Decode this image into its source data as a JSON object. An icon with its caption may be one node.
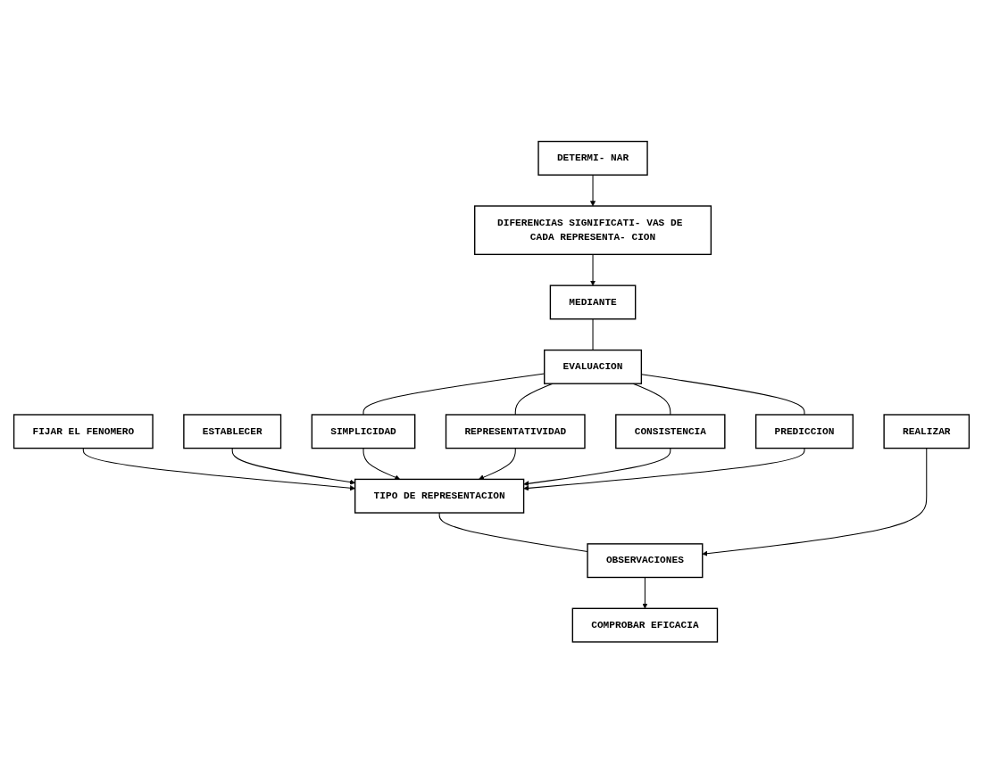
{
  "diagram": {
    "nodes": [
      {
        "text": [
          "FIJAR EL FENOMERO"
        ]
      },
      {
        "text": [
          "ESTABLECER"
        ]
      },
      {
        "text": [
          "TIPO DE REPRESENTACION"
        ]
      },
      {
        "text": [
          "REALIZAR"
        ]
      },
      {
        "text": [
          "OBSERVACIONES"
        ]
      },
      {
        "text": [
          "COMPROBAR EFICACIA"
        ]
      },
      {
        "text": [
          "DETERMI- NAR"
        ]
      },
      {
        "text": [
          "DIFERENCIAS SIGNIFICATI- VAS DE CADA REPRESENTA- CION"
        ]
      },
      {
        "text": [
          "MEDIANTE"
        ]
      },
      {
        "text": [
          "EVALUACION"
        ]
      },
      {
        "text": [
          "SIMPLICIDAD"
        ]
      },
      {
        "text": [
          "REPRESENTATIVIDAD"
        ]
      },
      {
        "text": [
          "CONSISTENCIA"
        ]
      },
      {
        "text": [
          "PREDICCION"
        ]
      }
    ],
    "edges": [
      {
        "from": 0,
        "to": 2,
        "arrow": "to"
      },
      {
        "from": 1,
        "to": 2,
        "arrow": "to"
      },
      {
        "from": 2,
        "to": 4,
        "arrow": "none"
      },
      {
        "from": 3,
        "to": 4,
        "arrow": "to"
      },
      {
        "from": 4,
        "to": 5,
        "arrow": "to"
      },
      {
        "from": 6,
        "to": 7,
        "arrow": "to"
      },
      {
        "from": 7,
        "to": 8,
        "arrow": "to"
      },
      {
        "from": 8,
        "to": 9,
        "arrow": "none"
      },
      {
        "from": 9,
        "to": 10,
        "arrow": "none"
      },
      {
        "from": 9,
        "to": 11,
        "arrow": "none"
      },
      {
        "from": 9,
        "to": 12,
        "arrow": "none"
      },
      {
        "from": 9,
        "to": 13,
        "arrow": "none"
      },
      {
        "from": 10,
        "to": 2,
        "arrow": "to"
      },
      {
        "from": 11,
        "to": 2,
        "arrow": "to"
      },
      {
        "from": 12,
        "to": 2,
        "arrow": "to"
      },
      {
        "from": 13,
        "to": 2,
        "arrow": "to"
      }
    ]
  }
}
